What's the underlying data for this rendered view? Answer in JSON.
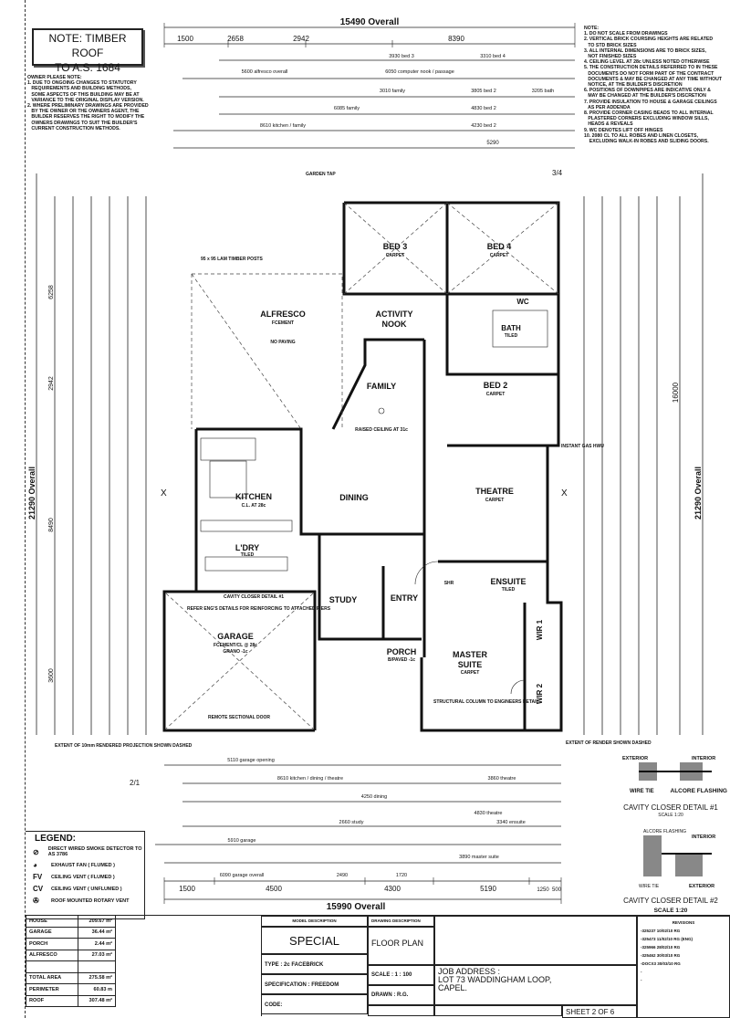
{
  "header_note": {
    "line1": "NOTE: TIMBER ROOF",
    "line2": "TO A.S. 1684"
  },
  "owner_note": {
    "title": "OWNER PLEASE NOTE:",
    "items": [
      "1. DUE TO ONGOING CHANGES TO STATUTORY\n   REQUIREMENTS AND BUILDING METHODS,\n   SOME ASPECTS OF THIS BUILDING MAY BE AT\n   VARIANCE TO THE ORIGINAL DISPLAY VERSION.",
      "2. WHERE PRELIMINARY DRAWINGS ARE PROVIDED\n   BY THE OWNER OR THE OWNERS AGENT, THE\n   BUILDER RESERVES THE RIGHT TO MODIFY THE\n   OWNERS DRAWINGS TO SUIT THE BUILDER'S\n   CURRENT CONSTRUCTION METHODS."
    ]
  },
  "notes": {
    "title": "NOTE:",
    "items": [
      "1. DO NOT SCALE FROM DRAWINGS",
      "2. VERTICAL BRICK COURSING HEIGHTS ARE RELATED\n   TO STD BRICK SIZES",
      "3. ALL INTERNAL DIMENSIONS ARE TO BRICK SIZES,\n   NOT FINISHED SIZES",
      "4. CEILING LEVEL AT 28c UNLESS NOTED OTHERWISE",
      "5. THE CONSTRUCTION DETAILS REFERRED TO IN THESE\n   DOCUMENTS DO NOT FORM PART OF THE CONTRACT\n   DOCUMENTS & MAY BE CHANGED AT ANY TIME WITHOUT\n   NOTICE, AT THE BUILDER'S DISCRETION",
      "6. POSITIONS OF DOWNPIPES ARE INDICATIVE ONLY &\n   MAY BE CHANGED AT THE BUILDER'S DISCRETION",
      "7. PROVIDE INSULATION TO HOUSE & GARAGE CEILINGS\n   AS PER ADDENDA",
      "8. PROVIDE CORNER CASING BEADS TO ALL INTERNAL\n   PLASTERED CORNERS EXCLUDING WINDOW SILLS,\n   HEADS & REVEALS",
      "9. WC DENOTES LIFT OFF HINGES",
      "10. 2080 CL TO ALL ROBES AND LINEN CLOSETS,\n    EXCLUDING WALK-IN ROBES AND SLIDING DOORS."
    ]
  },
  "dimensions": {
    "top_overall": "15490 Overall",
    "top_row": [
      "1500",
      "2658",
      "2942",
      "8390"
    ],
    "top_sub": [
      "5600 alfresco overall",
      "6050 computer nook / passage",
      "3930 bed 3",
      "3310 bed 4",
      "3010 family",
      "3805 bed 2",
      "3205 bath",
      "6085 family",
      "4830 bed 2",
      "4230 bed 2",
      "8610 kitchen / family",
      "5290"
    ],
    "bottom_overall": "15990 Overall",
    "bottom_row": [
      "1500",
      "4500",
      "4300",
      "5190",
      "1250",
      "500"
    ],
    "bottom_sub": [
      "5110 garage opening",
      "8610 kitchen / dining / theatre",
      "3860 theatre",
      "4250 dining",
      "4830 theatre",
      "2660 study",
      "3340 ensuite",
      "5910 garage",
      "3890 master suite",
      "6090 garage overall",
      "2490",
      "1720"
    ],
    "left_overall": "21290 Overall",
    "right_overall": "21290 Overall",
    "right_mid": "16000",
    "left_6258": "6258",
    "left_8490": "8490",
    "left_3600": "3600",
    "left_2942": "2942"
  },
  "rooms": {
    "bed3": {
      "name": "BED 3",
      "floor": "CARPET"
    },
    "bed4": {
      "name": "BED 4",
      "floor": "CARPET"
    },
    "alfresco": {
      "name": "ALFRESCO",
      "floor": "FCEMENT",
      "extra": "NO PAVING"
    },
    "activity": {
      "name": "ACTIVITY",
      "name2": "NOOK"
    },
    "family": {
      "name": "FAMILY",
      "extra": "RAISED CEILING AT 31c"
    },
    "bath": {
      "name": "BATH",
      "floor": "TILED"
    },
    "wc": {
      "name": "WC"
    },
    "bed2": {
      "name": "BED 2",
      "floor": "CARPET"
    },
    "kitchen": {
      "name": "KITCHEN",
      "extra": "C.L. AT 28c"
    },
    "dining": {
      "name": "DINING"
    },
    "theatre": {
      "name": "THEATRE",
      "floor": "CARPET"
    },
    "laundry": {
      "name": "L'DRY",
      "floor": "TILED"
    },
    "study": {
      "name": "STUDY"
    },
    "entry": {
      "name": "ENTRY"
    },
    "ensuite": {
      "name": "ENSUITE",
      "floor": "TILED"
    },
    "garage": {
      "name": "GARAGE",
      "floor": "FCEMENT/CL @ 28c",
      "extra": "GRANO -1c"
    },
    "porch": {
      "name": "PORCH",
      "floor": "B/PAVED -1c"
    },
    "master": {
      "name": "MASTER",
      "name2": "SUITE",
      "floor": "CARPET"
    },
    "wir1": {
      "name": "WIR 1"
    },
    "wir2": {
      "name": "WIR 2"
    },
    "shr": {
      "name": "SHR"
    }
  },
  "annotations": {
    "garden_tap": "GARDEN TAP",
    "remote_door": "REMOTE SECTIONAL DOOR",
    "cavity_closer": "CAVITY CLOSER DETAIL #1",
    "refer_eng": "REFER ENG'S DETAILS FOR REINFORCING TO ATTACHED PIERS",
    "timber_posts": "95 x 95 LAM TIMBER POSTS",
    "struct_col": "STRUCTURAL COLUMN TO ENGINEERS DETAIL",
    "instant_gas": "INSTANT GAS HWU",
    "extent_left": "EXTENT OF 10mm RENDERED PROJECTION SHOWN DASHED",
    "extent_right": "EXTENT OF RENDER SHOWN DASHED",
    "section_x": "X",
    "sheet_ref1": "3/4",
    "sheet_ref2": "2/1"
  },
  "details": {
    "detail1": {
      "title": "CAVITY CLOSER DETAIL #1",
      "scale": "SCALE 1:20",
      "exterior": "EXTERIOR",
      "interior": "INTERIOR",
      "wire": "WIRE TIE",
      "flash": "ALCORE FLASHING"
    },
    "detail2": {
      "title": "CAVITY CLOSER DETAIL #2",
      "scale": "SCALE 1:20",
      "exterior": "EXTERIOR",
      "interior": "INTERIOR",
      "wire": "WIRE TIE",
      "flash": "ALCORE FLASHING"
    }
  },
  "legend": {
    "title": "LEGEND:",
    "items": [
      {
        "icon": "smoke-detector",
        "label": "DIRECT WIRED SMOKE DETECTOR TO AS 3786"
      },
      {
        "icon": "exhaust-fan",
        "label": "EXHAUST FAN ( FLUMED )"
      },
      {
        "icon": "ceiling-vent-flumed",
        "label": "CEILING VENT ( FLUMED )"
      },
      {
        "icon": "ceiling-vent-unflumed",
        "label": "CEILING VENT ( UNFLUMED )"
      },
      {
        "icon": "rotary-vent",
        "label": "ROOF MOUNTED ROTARY VENT"
      }
    ],
    "icon_text": {
      "fv": "FV",
      "cv": "CV"
    }
  },
  "areas": [
    {
      "k": "HOUSE",
      "v": "209.67 m²"
    },
    {
      "k": "GARAGE",
      "v": "36.44 m²"
    },
    {
      "k": "PORCH",
      "v": "2.44 m²"
    },
    {
      "k": "ALFRESCO",
      "v": "27.03 m²"
    },
    {
      "k": "",
      "v": ""
    },
    {
      "k": "TOTAL AREA",
      "v": "275.58 m²"
    },
    {
      "k": "PERIMETER",
      "v": "60.83 m"
    },
    {
      "k": "ROOF",
      "v": "307.48 m²"
    }
  ],
  "title_block": {
    "model_label": "MODEL DESCRIPTION",
    "model": "SPECIAL",
    "type": "TYPE : 2c FACEBRICK",
    "spec": "SPECIFICATION : FREEDOM",
    "code": "CODE:",
    "drawing_label": "DRAWING DESCRIPTION",
    "drawing": "FLOOR PLAN",
    "scale": "SCALE : 1 : 100",
    "drawn": "DRAWN : R.G.",
    "job_label": "JOB ADDRESS :",
    "job1": "LOT 73 WADDINGHAM LOOP,",
    "job2": "CAPEL.",
    "sheet": "SHEET 2 OF 6",
    "revisions_label": "REVISIONS",
    "revisions": [
      "-325237   10/02/10   RG",
      "-325473   11/02/10   RG (ENG)",
      "-325966   28/02/10   RG",
      "-325462   30/03/10   RG",
      "-DOCX3   30/03/10   RG",
      "-",
      "-",
      "-",
      "-"
    ]
  }
}
